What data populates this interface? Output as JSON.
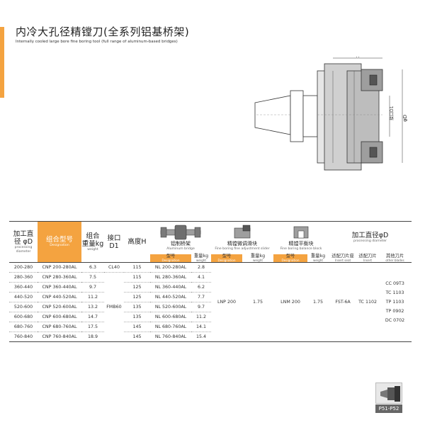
{
  "header": {
    "title_cn": "内冷大孔径精镗刀(全系列铝基桥架)",
    "title_en": "Internally cooled large bore fine boring tool (full range of aluminum-based bridges)"
  },
  "drawing": {
    "label_h": "H",
    "label_d1": "接口D1",
    "label_d": "φD"
  },
  "table": {
    "headers": {
      "diameter_cn": "加工直",
      "diameter_cn2": "径 φD",
      "diameter_en": "processing diameter",
      "combo_cn": "组合型号",
      "combo_en": "Designation",
      "weight_cn": "组合",
      "weight_cn2": "重量kg",
      "weight_en": "weight",
      "interface_cn": "接口",
      "interface_cn2": "D1",
      "height_cn": "高度H",
      "bridge_cn": "铝制桥架",
      "bridge_en": "Aluminum bridge",
      "slide_cn": "精镗微调滑块",
      "slide_en": "Fine boring fine adjustment slider",
      "balance_cn": "精镗平衡块",
      "balance_en": "Fine boring balance block",
      "proc_diam_cn": "加工直径φD",
      "proc_diam_en": "processing diameter",
      "model_cn": "型号",
      "model_en": "Designation",
      "wt_cn": "重量kg",
      "wt_en": "weight",
      "insert_seat_cn": "适配刀片座",
      "insert_seat_en": "Insert seat",
      "insert_cn": "适配刀片",
      "insert_en": "Insert",
      "other_cn": "其他刀片",
      "other_en": "other blades"
    },
    "rows": [
      {
        "diameter": "200-280",
        "combo": "CNP 200-280AL",
        "weight": "6.3",
        "bridge_model": "NL 200-280AL",
        "bridge_wt": "2.8",
        "height": "115"
      },
      {
        "diameter": "280-360",
        "combo": "CNP 280-360AL",
        "weight": "7.5",
        "bridge_model": "NL 280-360AL",
        "bridge_wt": "4.1",
        "height": "115"
      },
      {
        "diameter": "360-440",
        "combo": "CNP 360-440AL",
        "weight": "9.7",
        "bridge_model": "NL 360-440AL",
        "bridge_wt": "6.2",
        "height": "125"
      },
      {
        "diameter": "440-520",
        "combo": "CNP 440-520AL",
        "weight": "11.2",
        "bridge_model": "NL 440-520AL",
        "bridge_wt": "7.7",
        "height": "125"
      },
      {
        "diameter": "520-600",
        "combo": "CNP 520-600AL",
        "weight": "13.2",
        "bridge_model": "NL 520-600AL",
        "bridge_wt": "9.7",
        "height": "135"
      },
      {
        "diameter": "600-680",
        "combo": "CNP 600-680AL",
        "weight": "14.7",
        "bridge_model": "NL 600-680AL",
        "bridge_wt": "11.2",
        "height": "135"
      },
      {
        "diameter": "680-760",
        "combo": "CNP 680-760AL",
        "weight": "17.5",
        "bridge_model": "NL 680-760AL",
        "bridge_wt": "14.1",
        "height": "145"
      },
      {
        "diameter": "760-840",
        "combo": "CNP 760-840AL",
        "weight": "18.9",
        "bridge_model": "NL 760-840AL",
        "bridge_wt": "15.4",
        "height": "145"
      }
    ],
    "interface_1": "CL40",
    "interface_2": "FMB60",
    "slide_model": "LNP 200",
    "slide_wt": "1.75",
    "balance_model": "LNM 200",
    "balance_wt": "1.75",
    "insert_seat": "FST-6A",
    "insert": "TC 1102",
    "other_blades": [
      "CC 09T3",
      "TC 1103",
      "TP 1103",
      "TP 0902",
      "DC 0702"
    ]
  },
  "footer": {
    "page_tag": "P51-P52"
  },
  "colors": {
    "accent": "#f4a340",
    "text": "#222222"
  }
}
